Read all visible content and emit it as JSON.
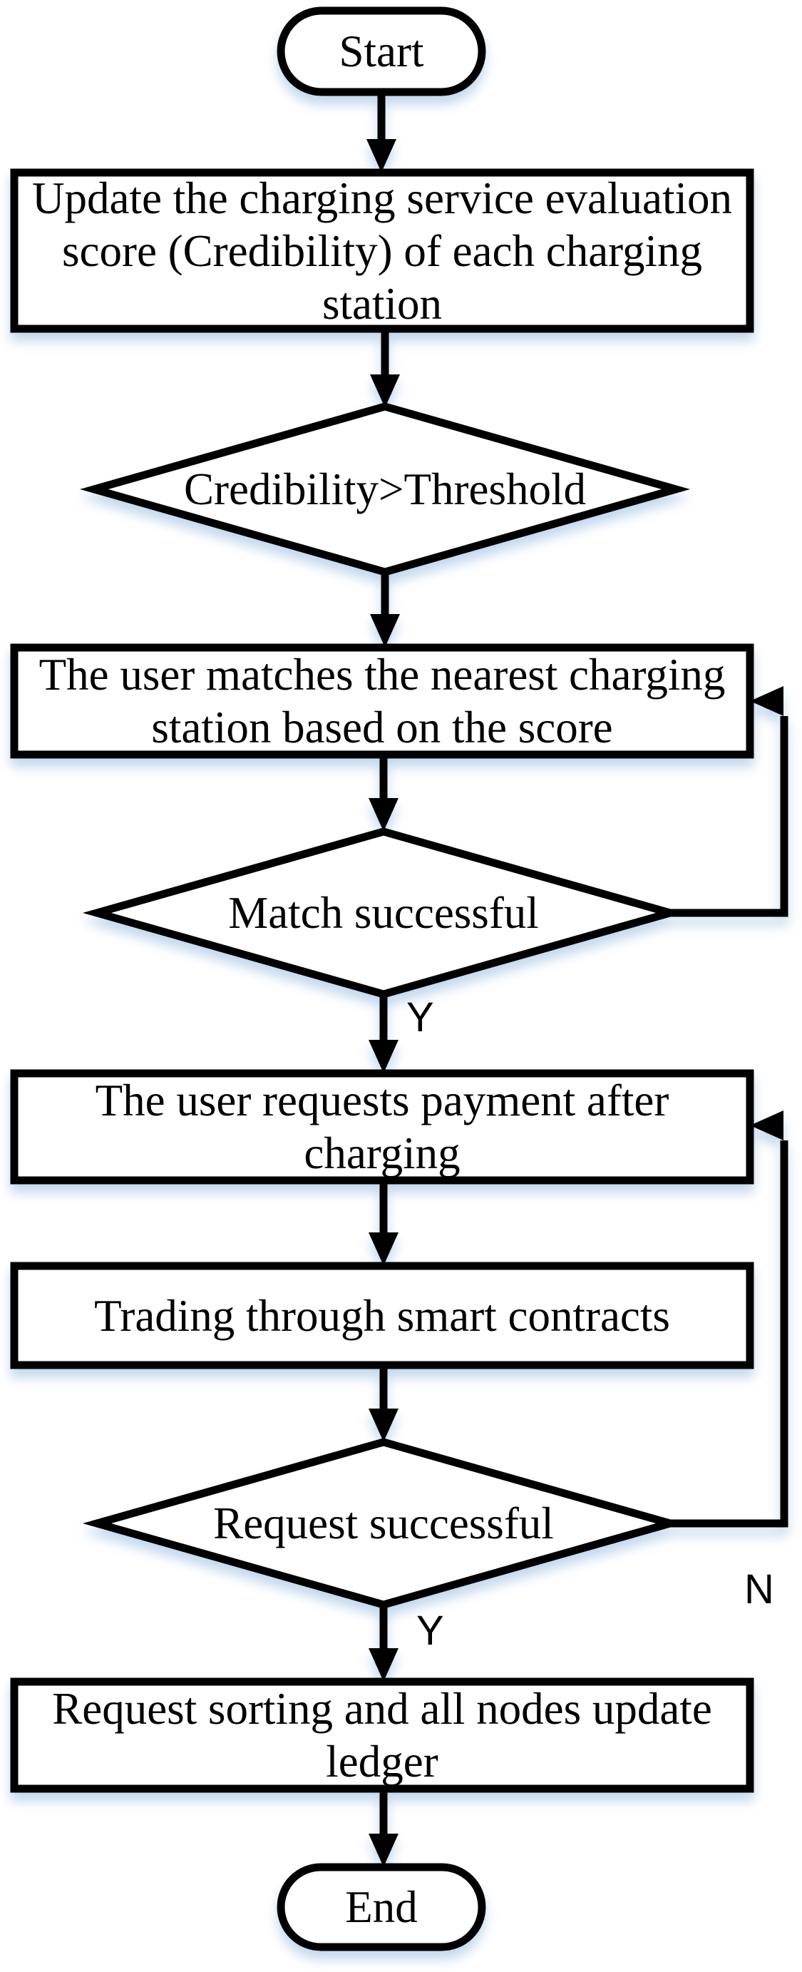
{
  "flowchart": {
    "nodes": {
      "start": {
        "type": "terminator",
        "label": "Start"
      },
      "update_score": {
        "type": "process",
        "lines": [
          "Update the charging service evaluation",
          "score (Credibility) of each charging",
          "station"
        ]
      },
      "credibility_check": {
        "type": "decision",
        "label": "Credibility>Threshold"
      },
      "match_station": {
        "type": "process",
        "lines": [
          "The user matches the nearest charging",
          "station based on the score"
        ]
      },
      "match_check": {
        "type": "decision",
        "label": "Match successful"
      },
      "request_payment": {
        "type": "process",
        "lines": [
          "The user requests payment after",
          "charging"
        ]
      },
      "smart_contracts": {
        "type": "process",
        "lines": [
          "Trading through smart contracts"
        ]
      },
      "request_check": {
        "type": "decision",
        "label": "Request successful"
      },
      "update_ledger": {
        "type": "process",
        "lines": [
          "Request sorting and all nodes update",
          "ledger"
        ]
      },
      "end": {
        "type": "terminator",
        "label": "End"
      }
    },
    "edge_labels": {
      "match_yes": "Y",
      "request_yes": "Y",
      "request_no": "N"
    },
    "colors": {
      "stroke": "#000000",
      "fill": "#ffffff",
      "shadow": "#aecbe8"
    }
  }
}
